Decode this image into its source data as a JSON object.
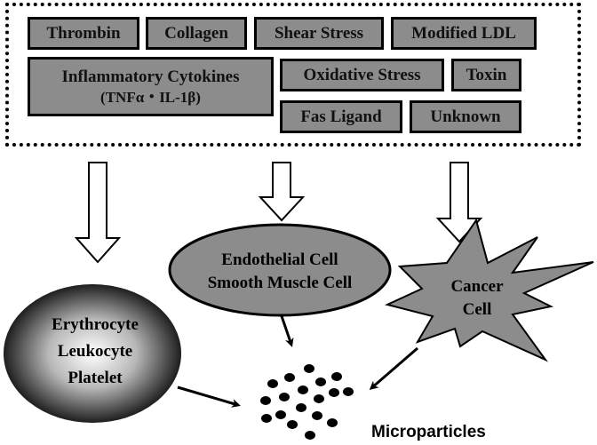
{
  "stimuli": {
    "thrombin": "Thrombin",
    "collagen": "Collagen",
    "shear_stress": "Shear Stress",
    "modified_ldl": "Modified LDL",
    "inflammatory_cytokines": "Inflammatory Cytokines",
    "cytokine_examples": "(TNFα・IL-1β)",
    "oxidative_stress": "Oxidative Stress",
    "toxin": "Toxin",
    "fas_ligand": "Fas Ligand",
    "unknown": "Unknown"
  },
  "cells": {
    "blood_line1": "Erythrocyte",
    "blood_line2": "Leukocyte",
    "blood_line3": "Platelet",
    "vascular_line1": "Endothelial Cell",
    "vascular_line2": "Smooth Muscle Cell",
    "cancer_line1": "Cancer",
    "cancer_line2": "Cell"
  },
  "output": {
    "microparticles": "Microparticles"
  }
}
